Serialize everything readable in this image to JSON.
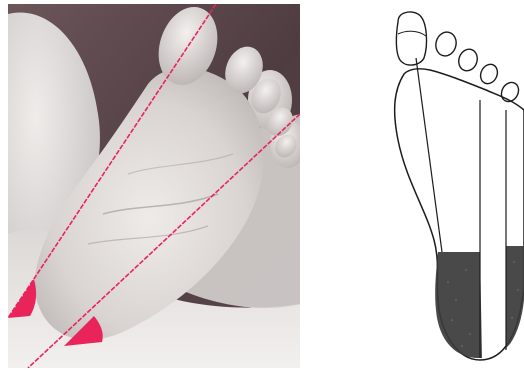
{
  "figure": {
    "panels": [
      {
        "id": "photo",
        "subject": "infant-foot-photograph",
        "overlay": "two-red-reference-lines-with-angle-wedges"
      },
      {
        "id": "drawing",
        "subject": "footprint-outline-line-drawing",
        "overlay": "two-vertical-reference-lines-with-shaded-heel-regions"
      }
    ]
  },
  "colors": {
    "background": "#ffffff",
    "photo_dark": "#5e4a4e",
    "skin_light": "#e4e0dd",
    "skin_mid": "#c8c3c1",
    "skin_shadow": "#9b9493",
    "accent_red": "#e8245a",
    "ink": "#1c1c1c",
    "shade": "#3a3a3a"
  }
}
